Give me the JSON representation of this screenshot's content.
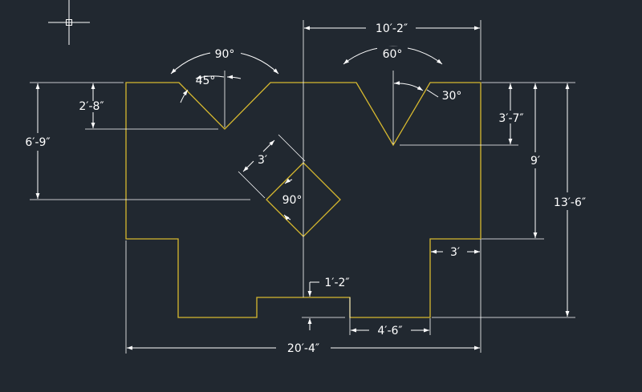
{
  "colors": {
    "background": "#212830",
    "geometry": "#d7b92f",
    "dimension": "#ffffff"
  },
  "cursor": {
    "icon": "crosshair-icon"
  },
  "dimensions": {
    "top_width": "10′-2″",
    "left_v_angle": "90°",
    "left_v_half_angle": "45°",
    "right_v_angle": "60°",
    "right_v_half_angle": "30°",
    "left_v_depth": "2′-8″",
    "left_height": "6′-9″",
    "right_v_depth": "3′-7″",
    "right_height": "9′",
    "total_height": "13′-6″",
    "diamond_side": "3′",
    "diamond_angle": "90°",
    "right_notch_width": "3′",
    "step_height": "1′-2″",
    "bottom_notch_width": "4′-6″",
    "total_width": "20′-4″"
  }
}
